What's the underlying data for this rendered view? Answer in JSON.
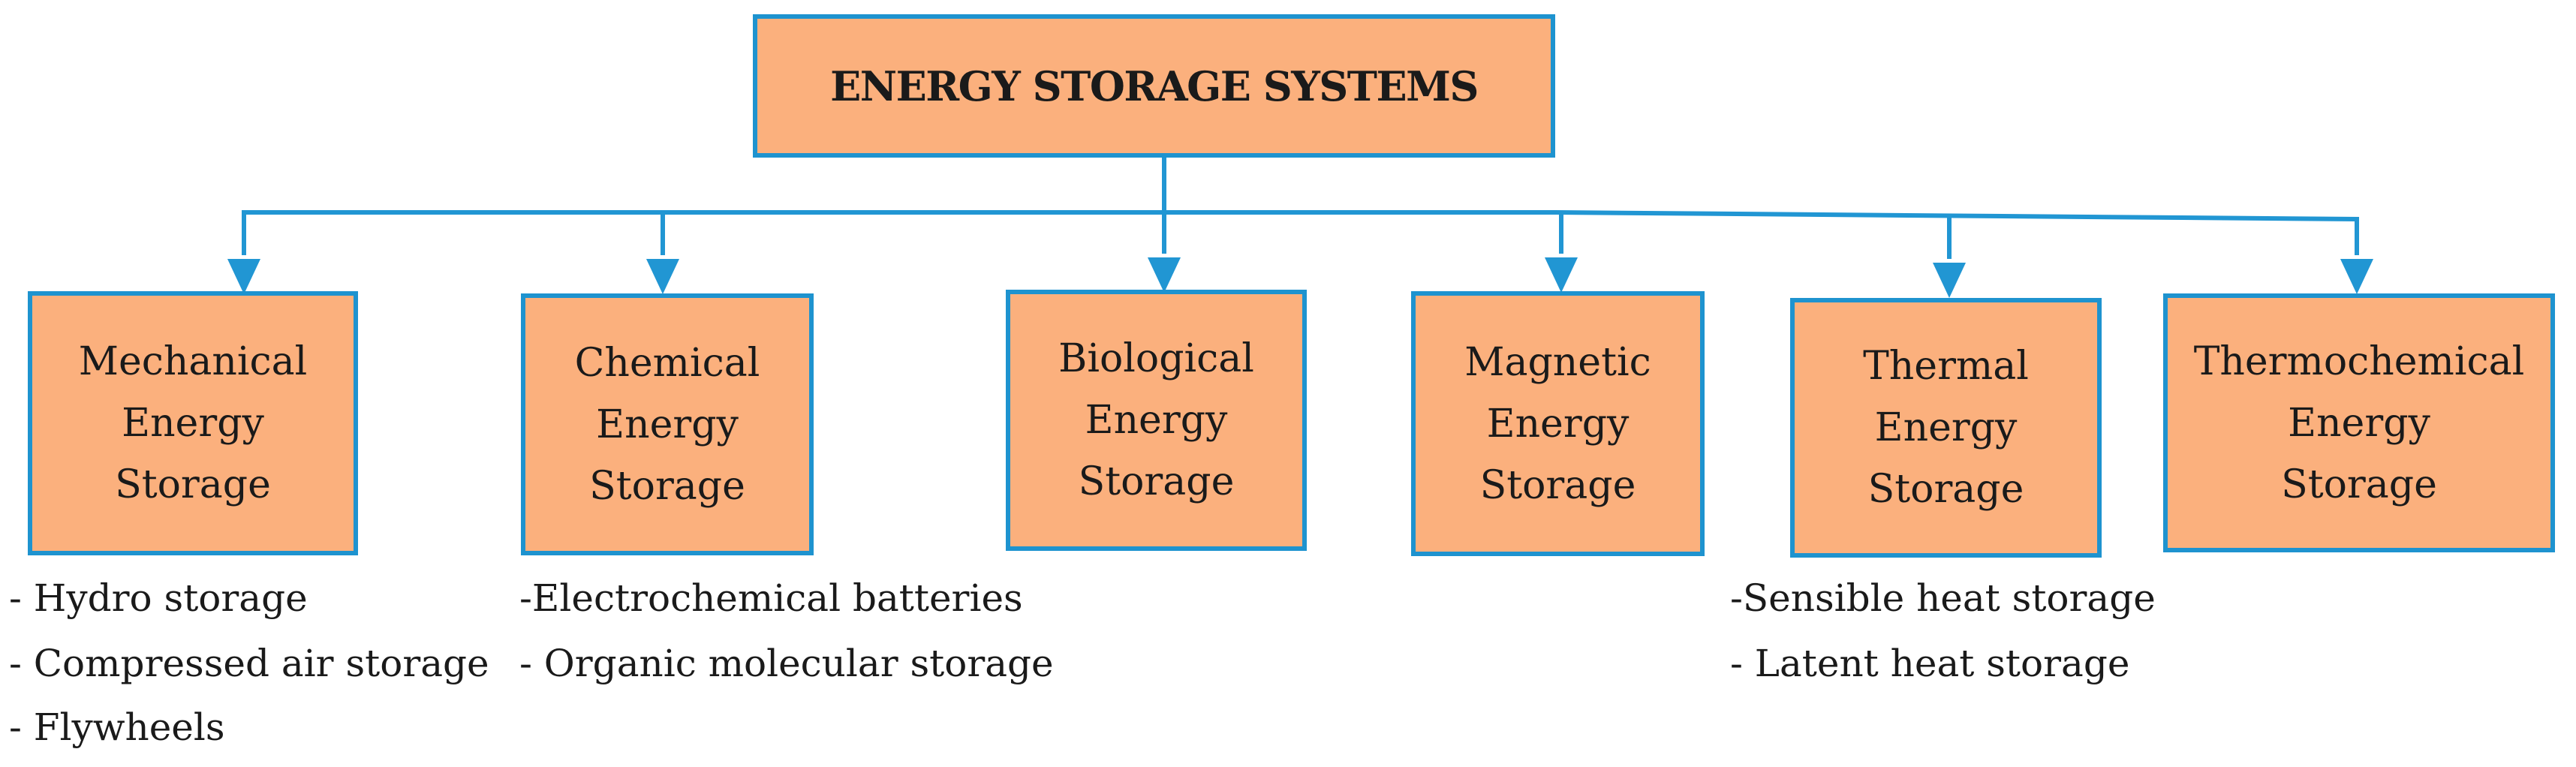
{
  "title": "ENERGY STORAGE SYSTEMS",
  "categories": [
    {
      "lines": [
        "Mechanical",
        "Energy",
        "Storage"
      ]
    },
    {
      "lines": [
        "Chemical",
        "Energy",
        "Storage"
      ]
    },
    {
      "lines": [
        "Biological",
        "Energy",
        "Storage"
      ]
    },
    {
      "lines": [
        "Magnetic",
        "Energy",
        "Storage"
      ]
    },
    {
      "lines": [
        "Thermal",
        "Energy",
        "Storage"
      ]
    },
    {
      "lines": [
        "Thermochemical",
        "Energy",
        "Storage"
      ]
    }
  ],
  "mechanical_items": [
    "-  Hydro storage",
    "-  Compressed air storage",
    "-  Flywheels"
  ],
  "chemical_items": [
    "-Electrochemical batteries",
    "- Organic molecular storage"
  ],
  "thermal_items": [
    "-Sensible heat storage",
    "- Latent heat storage"
  ],
  "colors": {
    "box_fill": "#fbb07d",
    "border": "#1e93cf",
    "connector": "#2196d3"
  }
}
